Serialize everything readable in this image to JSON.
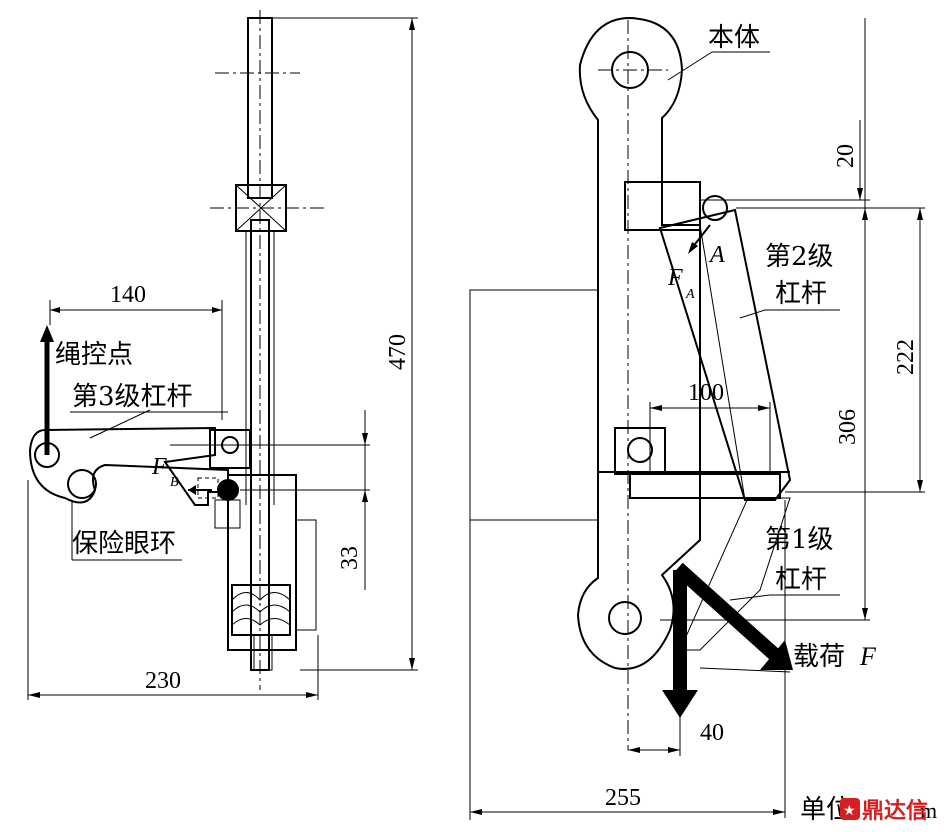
{
  "labels": {
    "rope_point": "绳控点",
    "lever3": "第3级杠杆",
    "safety_ring": "保险眼环",
    "body": "本体",
    "lever2_a": "第2级",
    "lever2_b": "杠杆",
    "lever1_a": "第1级",
    "lever1_b": "杠杆",
    "load_prefix": "载荷",
    "load_sym": "F",
    "fb_main": "F",
    "fb_sub": "B",
    "fa_main": "F",
    "fa_sub": "A",
    "point_a": "A",
    "unit_prefix": "单位",
    "unit_suffix": "m"
  },
  "dims": {
    "d140": "140",
    "d470": "470",
    "d33": "33",
    "d230": "230",
    "d20": "20",
    "d222": "222",
    "d306": "306",
    "d100": "100",
    "d40": "40",
    "d255": "255"
  },
  "watermark": {
    "text": "鼎达信",
    "color": "#d42020"
  }
}
